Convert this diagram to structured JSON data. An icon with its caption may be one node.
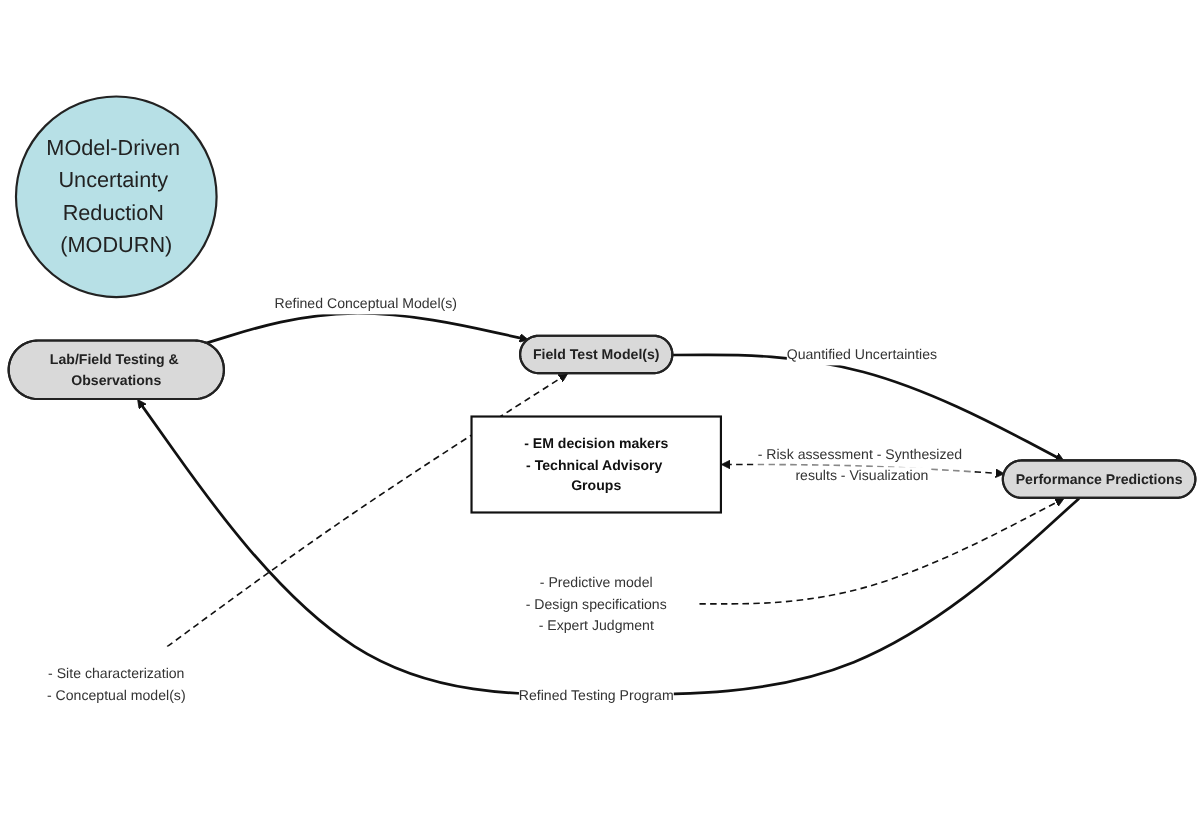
{
  "diagram": {
    "nodes": [
      {
        "text": [
          "MOdel-Driven Uncertainty ReductioN (MODURN)"
        ]
      },
      {
        "text": [
          "Lab/Field Testing & Observations"
        ]
      },
      {
        "text": [
          "Field Test Model(s)"
        ]
      },
      {
        "text": [
          "Performance Predictions"
        ]
      },
      {
        "text": [
          "- EM decision makers",
          "- Technical Advisory Groups"
        ]
      },
      {
        "text": [
          "- Predictive model",
          "- Design specifications",
          "- Expert Judgment"
        ]
      },
      {
        "text": [
          "- Site characterization",
          "- Conceptual model(s)"
        ]
      }
    ],
    "edges": [
      {
        "from": 3,
        "to": 1,
        "arrow": "to",
        "label": "Refined Testing Program"
      },
      {
        "from": 1,
        "to": 2,
        "arrow": "to",
        "label": "Refined Conceptual Model(s)"
      },
      {
        "from": 2,
        "to": 3,
        "arrow": "to",
        "label": "Quantified Uncertainties"
      },
      {
        "from": 4,
        "to": 3,
        "arrow": "both",
        "label": "- Risk assessment - Synthesized results - Visualization",
        "style": "dashed"
      },
      {
        "from": 5,
        "to": 3,
        "arrow": "to",
        "style": "dashed"
      },
      {
        "from": 6,
        "to": 2,
        "arrow": "to",
        "style": "dashed"
      }
    ]
  }
}
